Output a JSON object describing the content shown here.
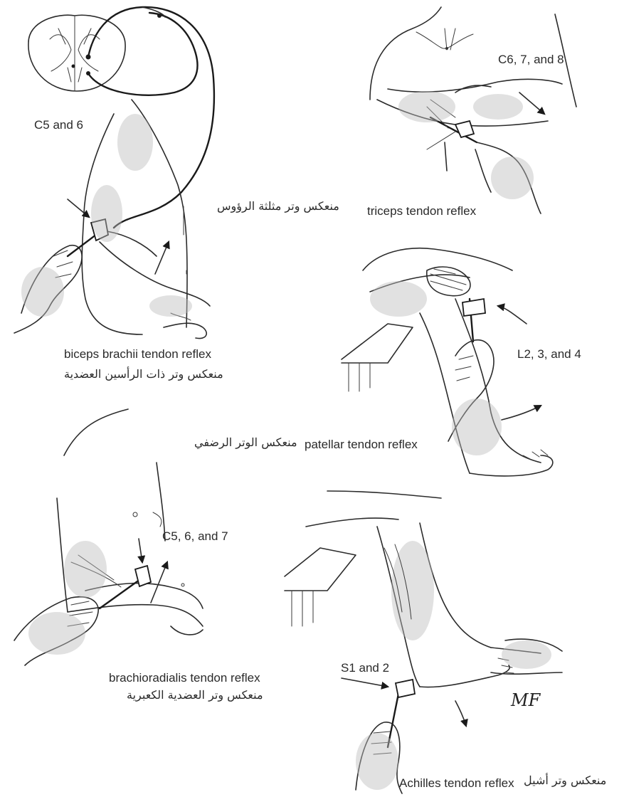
{
  "panels": {
    "biceps": {
      "nerve_roots": "C5 and 6",
      "label_en": "biceps brachii tendon reflex",
      "label_ar": "منعكس وتر ذات الرأسين العضدية"
    },
    "triceps": {
      "nerve_roots": "C6, 7, and 8",
      "label_en": "triceps tendon reflex",
      "label_ar": "منعكس وتر مثلثة الرؤوس"
    },
    "patellar": {
      "nerve_roots": "L2, 3, and 4",
      "label_en": "patellar tendon reflex",
      "label_ar": "منعكس الوتر الرضفي"
    },
    "brachioradialis": {
      "nerve_roots": "C5, 6, and 7",
      "label_en": "brachioradialis tendon reflex",
      "label_ar": "منعكس وتر العضدية الكعبرية"
    },
    "achilles": {
      "nerve_roots": "S1 and 2",
      "label_en": "Achilles tendon reflex",
      "label_ar": "منعكس وتر أشيل"
    }
  },
  "artist_signature": "MF"
}
